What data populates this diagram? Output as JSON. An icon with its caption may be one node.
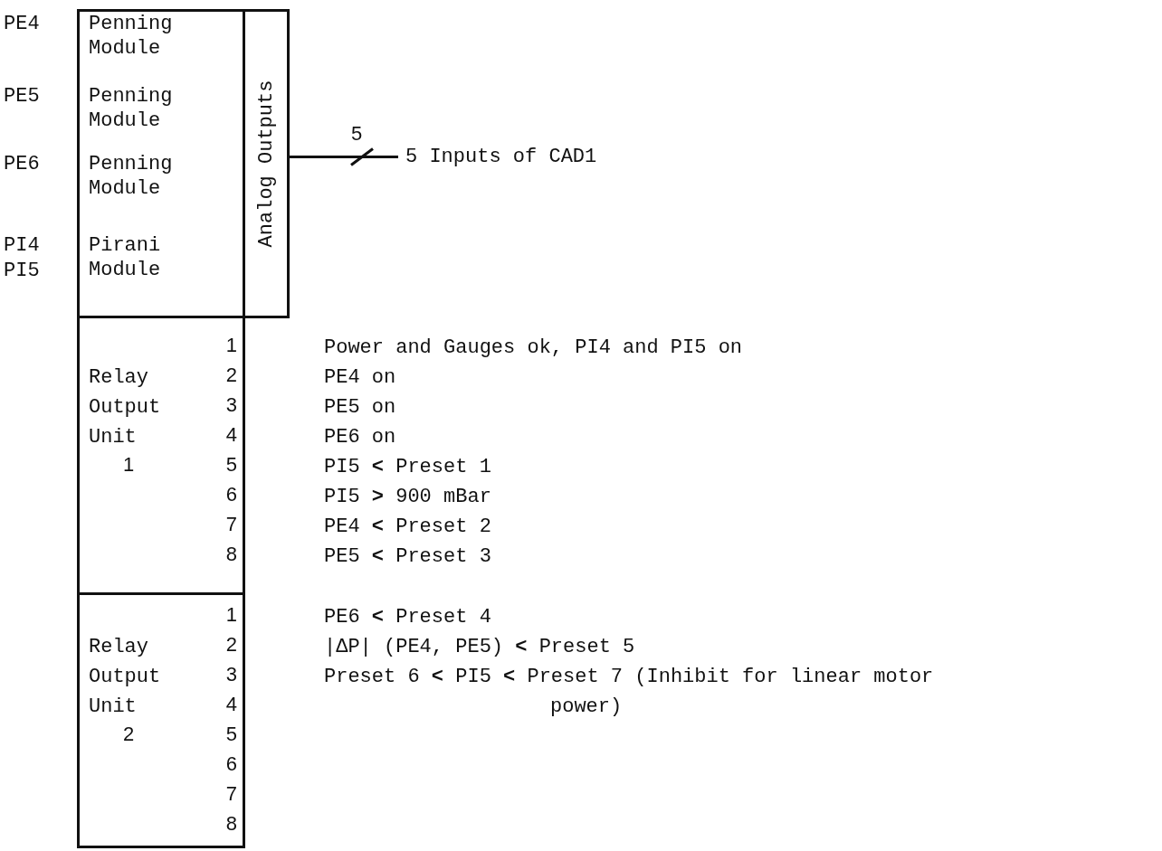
{
  "diagram": {
    "nodes": [
      {
        "text": [
          "Penning Module",
          "Penning Module",
          "Penning Module",
          "Pirani Module"
        ],
        "beside": [
          "PE4",
          "PE5",
          "PE6",
          "PI4",
          "PI5"
        ]
      },
      {
        "text": [
          "Analog Outputs"
        ]
      },
      {
        "text": [
          "5 Inputs of CAD1"
        ]
      },
      {
        "text": [
          "Relay Output Unit",
          "1",
          "1",
          "2",
          "3",
          "4",
          "5",
          "6",
          "7",
          "8"
        ]
      },
      {
        "text": [
          "Relay Output Unit",
          "2",
          "1",
          "2",
          "3",
          "4",
          "5",
          "6",
          "7",
          "8"
        ]
      }
    ],
    "edges": [
      {
        "from": 1,
        "to": 2,
        "arrow": "none",
        "label": "5"
      }
    ],
    "labels": [
      "Power and Gauges ok, PI4 and PI5 on",
      "PE4 on",
      "PE5 on",
      "PE6 on",
      "PI5 **<** Preset 1",
      "PI5 **>** 900 mBar",
      "PE4 **<** Preset 2",
      "PE5 **<** Preset 3",
      "PE6 **<** Preset 4",
      "|ΔP| (PE4, PE5) **<** Preset 5",
      "Preset 6 **<** PI5 **<** Preset 7 (Inhibit for linear motor power)"
    ]
  }
}
